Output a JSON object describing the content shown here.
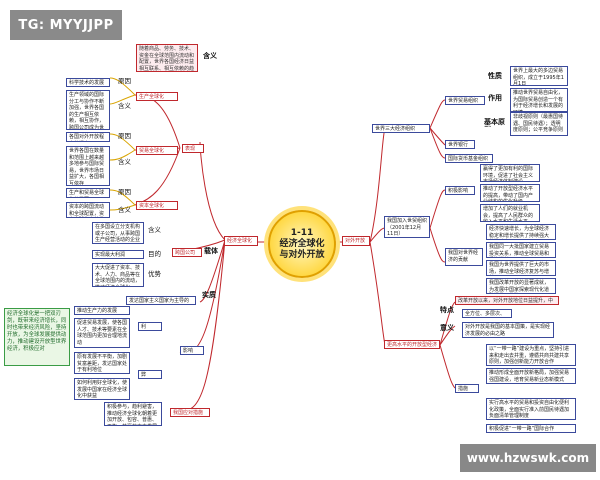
{
  "badge": "TG: MYYJJPP",
  "watermark": "www.hzwswk.com",
  "center": {
    "line1": "1-11",
    "line2": "经济全球化",
    "line3": "与对外开放"
  },
  "left": {
    "branch1": "经济全球化",
    "n_meaning": "随着商品、劳务、技术、资金在全球范围内流动和配置，世界各国经济日益相互联系、相互依赖的趋势",
    "l_hanyi": "含义",
    "n_tech": "科学技术的发展",
    "l_yuanyin1": "原因",
    "n_production": "生产全球化",
    "n_prod_meaning": "生产领域的国际分工与协作不断加强，世界各国的生产相互依赖，相互协作，跨国公司成为世界生产经营的主体",
    "l_hanyi2": "含义",
    "n_trade": "贸易全球化",
    "n_trade_reason": "各国对外开放程度的提高",
    "l_yuanyin2": "原因",
    "n_trade_meaning": "世界各国在数量和范围上越来越多地参与国际贸易，世界市场日益扩大，各国相互依存",
    "l_hanyi3": "含义",
    "n_expr": "表现",
    "n_capital": "资本全球化",
    "n_capital_reason": "生产和贸易全球化的需要",
    "l_yuanyin3": "原因",
    "n_capital_meaning": "资本的跨国流动和全球配置，资本全球化空前发展",
    "l_hanyi4": "含义",
    "n_tnc": "跨国公司",
    "n_tnc_meaning": "在多国设立分支机构或子公司，从事跨国生产经营活动的企业",
    "l_hanyi5": "含义",
    "l_zaiti": "载体",
    "n_tnc_goal": "实现最大利润",
    "l_mudi": "目的",
    "n_tnc_adv": "大大促进了资本、技术、人力、商品等在全球范围内的流动，推动经济全球化",
    "l_youshi": "优势",
    "n_essence": "发达国家主义国家为主导的",
    "l_shizhi": "实质",
    "n_impact": "影响",
    "l_li": "利",
    "n_pro1": "推动生产力的发展",
    "n_pro2": "促进贸易发展，使各国人才、技术等要素在全球范围内更加合理地流动",
    "l_bi": "弊",
    "n_con1": "原有发展不平衡，加剧贫富差距，发达国家处于有利地位",
    "n_con2": "如何利用好全球化，使发展中国家在经济全球化中获益",
    "n_response": "我国应对措施",
    "n_response_detail": "积极参与，趋利避害，推动经济全球化朝着更加开放、包容、普惠、平衡、共赢的方向发展",
    "side_note": "经济全球化是一把双刃剑，既带来经济增长，同时也带来经济风险，坚持开放，为全球发展提供动力，推动建设开放型世界经济，积极应对"
  },
  "right": {
    "branch1": "对外开放",
    "n_wto": "世界三大经济组织",
    "n_wto_org": "世界贸易组织",
    "l_xingzhi": "性质",
    "n_wto_nature": "世界上最大的多边贸易组织，成立于1995年1月1日",
    "l_zuoyong": "作用",
    "n_wto_role": "推动世界贸易自由化，为国际贸易创造一个有利于经济增长和发展的环境",
    "l_yuanze": "基本原则",
    "n_wto_principle": "非歧视原则（最惠国待遇、国民待遇）；透明度原则；公平竞争原则",
    "n_wb": "世界银行",
    "n_imf": "国际货币基金组织",
    "n_china_join": "我国加入世贸组织（2001年12月11日）",
    "n_positive": "积极影响",
    "n_pos1": "赢得了更加有利的国际环境，促进了社会主义市场经济体制建设",
    "n_pos2": "推动了开放型经济水平的提高，带动了国内产业结构的优化升级",
    "n_pos3": "增加了人们的就业机会，提高了人民群众的收入水平和生活水平",
    "n_china_contrib": "我国对世界经济的贡献",
    "n_contrib1": "经济快速增长，为全球经济稳定和增长提供了持续强大的推动力",
    "n_contrib2": "我国同一大批国家建立贸易投资关系，推动全球贸易和投资增长",
    "n_contrib3": "我国为世界提供了巨大的市场，推动全球经济复苏与增长",
    "n_contrib4": "我国改革开放的显著成就，为发展中国家探索现代化道路提供了借鉴",
    "n_new_level": "更高水平的开放型经济新体制",
    "l_tedian": "特点",
    "n_feature1": "全方位、多层次、宽领域",
    "n_feature_top": "改革开放以来，对外开放地位日益提升，中国特色社会主义的鲜明标识",
    "l_yiyi": "意义",
    "n_significance": "对外开放是我国的基本国策，是实现经济发展的必由之路",
    "l_cuoshi": "措施",
    "n_m1": "以“一带一路”建设为重点，坚持引进来和走出去并重，遵循共商共建共享原则，加强创新能力开放合作",
    "n_m2": "推动形成全面开放新格局，加强贸易强国建设，培育贸易新业态新模式",
    "n_m3": "实行高水平的贸易和投资自由化便利化政策，全面实行准入前国民待遇加负面清单管理制度",
    "n_m4": "积极促进“一带一路”国际合作"
  }
}
